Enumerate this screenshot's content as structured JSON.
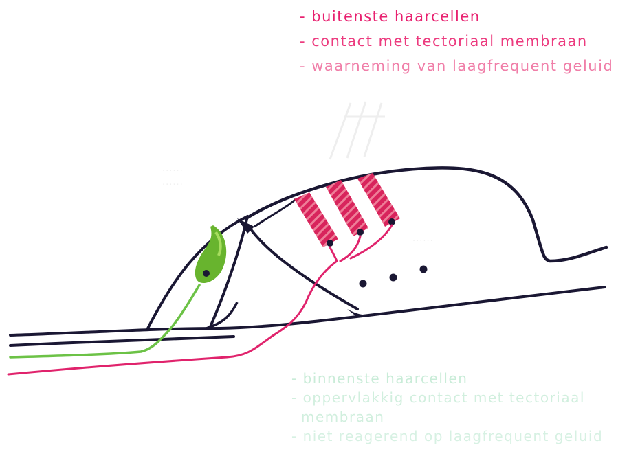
{
  "outer_hair_cells": {
    "color": "#e8206f",
    "lines": [
      "- buitenste haarcellen",
      "- contact met tectoriaal membraan",
      "- waarneming van laagfrequent geluid"
    ]
  },
  "inner_hair_cells": {
    "color": "#cfeedd",
    "lines": [
      "- binnenste haarcellen",
      "- oppervlakkig contact met tectoriaal",
      "membraan",
      "- niet reagerend op laagfrequent geluid"
    ]
  },
  "faint_labels": [
    "......",
    "......",
    "......"
  ],
  "colors": {
    "outline": "#1a1733",
    "outer_cell_fill": "#d8245c",
    "outer_cell_stripe": "#ee8aa2",
    "inner_cell_fill": "#68b42e",
    "inner_cell_light": "#a6dd5e",
    "green_nerve": "#6cc246",
    "pink_nerve": "#e0236c"
  }
}
